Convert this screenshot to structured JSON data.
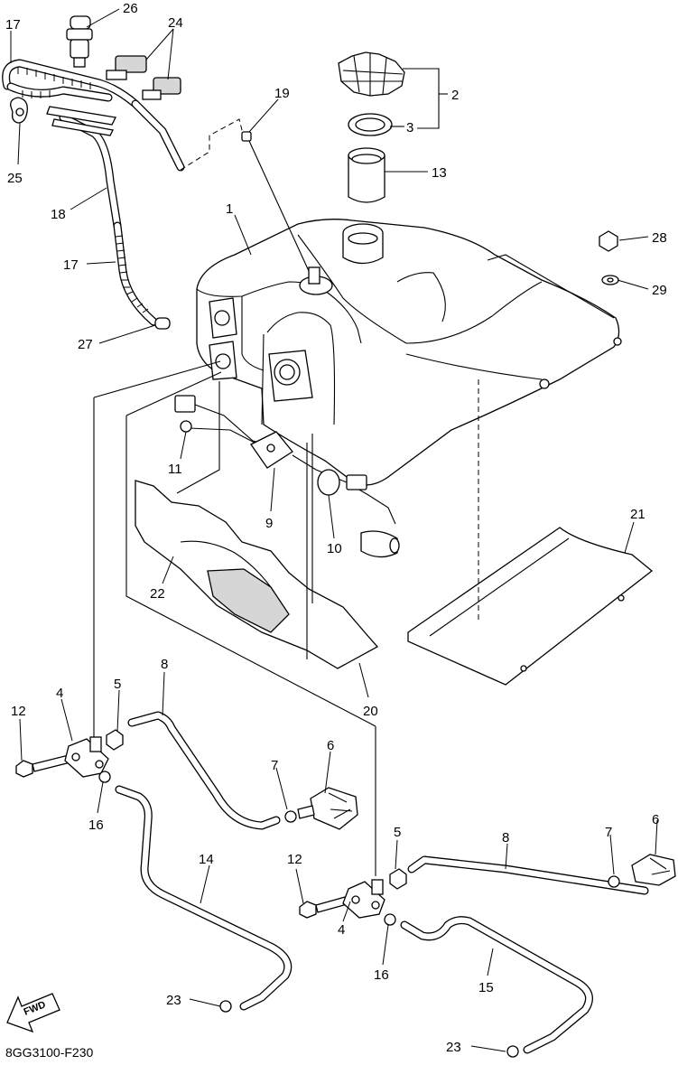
{
  "diagram": {
    "code": "8GG3100-F230",
    "fwd_label": "FWD",
    "callouts": [
      {
        "id": "c26",
        "text": "26"
      },
      {
        "id": "c24",
        "text": "24"
      },
      {
        "id": "c17a",
        "text": "17"
      },
      {
        "id": "c2",
        "text": "2"
      },
      {
        "id": "c3",
        "text": "3"
      },
      {
        "id": "c19",
        "text": "19"
      },
      {
        "id": "c13",
        "text": "13"
      },
      {
        "id": "c25",
        "text": "25"
      },
      {
        "id": "c18",
        "text": "18"
      },
      {
        "id": "c1",
        "text": "1"
      },
      {
        "id": "c28",
        "text": "28"
      },
      {
        "id": "c17b",
        "text": "17"
      },
      {
        "id": "c29",
        "text": "29"
      },
      {
        "id": "c27",
        "text": "27"
      },
      {
        "id": "c11",
        "text": "11"
      },
      {
        "id": "c9",
        "text": "9"
      },
      {
        "id": "c10",
        "text": "10"
      },
      {
        "id": "c21",
        "text": "21"
      },
      {
        "id": "c22",
        "text": "22"
      },
      {
        "id": "c20",
        "text": "20"
      },
      {
        "id": "c8a",
        "text": "8"
      },
      {
        "id": "c4a",
        "text": "4"
      },
      {
        "id": "c5a",
        "text": "5"
      },
      {
        "id": "c12a",
        "text": "12"
      },
      {
        "id": "c6a",
        "text": "6"
      },
      {
        "id": "c7a",
        "text": "7"
      },
      {
        "id": "c16a",
        "text": "16"
      },
      {
        "id": "c14",
        "text": "14"
      },
      {
        "id": "c5b",
        "text": "5"
      },
      {
        "id": "c8b",
        "text": "8"
      },
      {
        "id": "c7b",
        "text": "7"
      },
      {
        "id": "c6b",
        "text": "6"
      },
      {
        "id": "c12b",
        "text": "12"
      },
      {
        "id": "c4b",
        "text": "4"
      },
      {
        "id": "c16b",
        "text": "16"
      },
      {
        "id": "c15",
        "text": "15"
      },
      {
        "id": "c23a",
        "text": "23"
      },
      {
        "id": "c23b",
        "text": "23"
      }
    ]
  }
}
